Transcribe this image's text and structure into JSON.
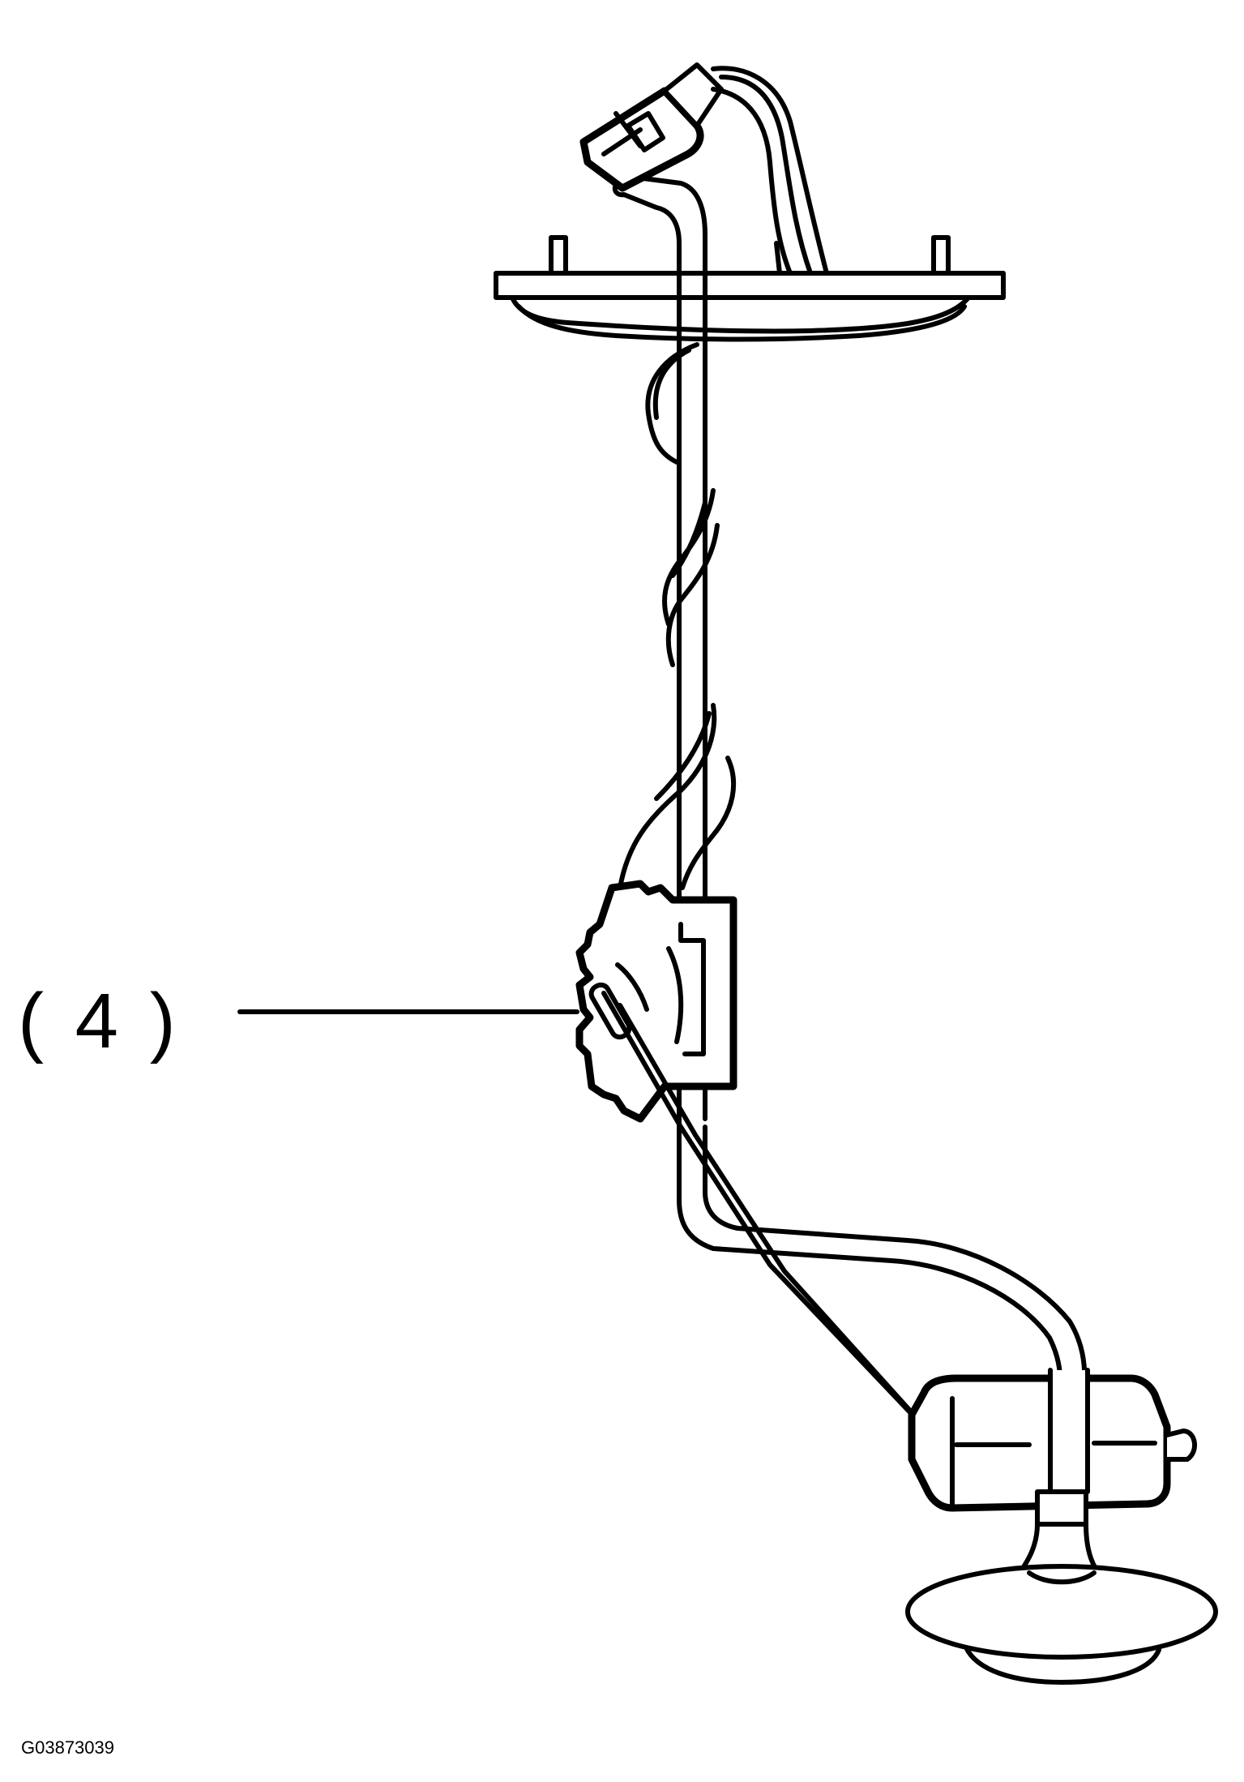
{
  "callout": {
    "label": "( 4 )",
    "part": "component"
  },
  "figure": {
    "id": "G03873039"
  },
  "colors": {
    "line": "#000000",
    "background": "#ffffff"
  }
}
